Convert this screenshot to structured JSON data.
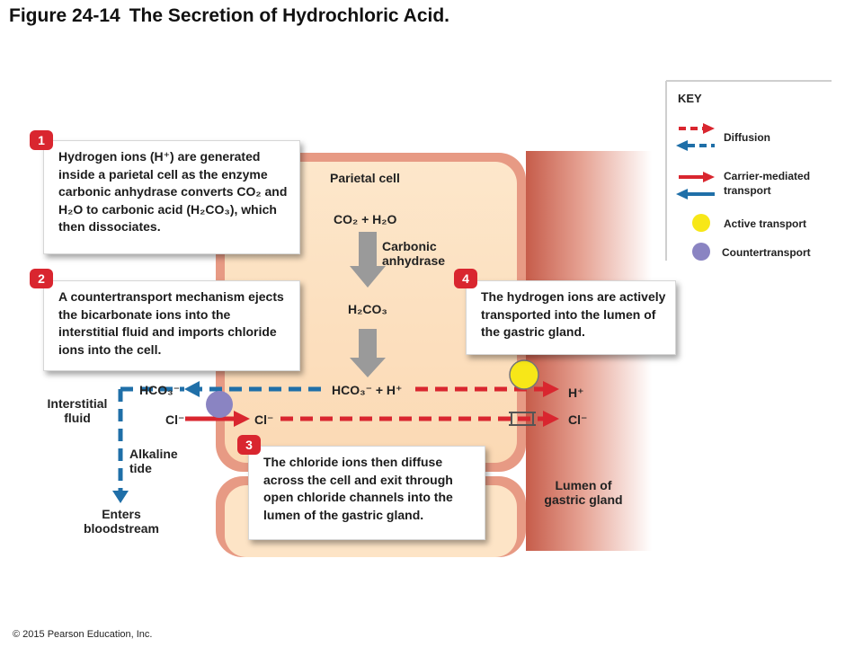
{
  "title": {
    "figure": "Figure 24-14",
    "text": "The Secretion of Hydrochloric Acid."
  },
  "labels": {
    "parietal_cell": "Parietal cell",
    "co2_h2o": "CO₂ + H₂O",
    "carbonic_anhydrase": "Carbonic anhydrase",
    "h2co3": "H₂CO₃",
    "hco3_h": "HCO₃⁻ + H⁺",
    "hco3_left": "HCO₃⁻",
    "h_right": "H⁺",
    "cl_outer_left": "Cl⁻",
    "cl_inner_left": "Cl⁻",
    "cl_right": "Cl⁻",
    "interstitial_fluid": "Interstitial fluid",
    "alkaline_tide": "Alkaline tide",
    "enters_bloodstream": "Enters bloodstream",
    "lumen": "Lumen of gastric gland"
  },
  "steps": [
    {
      "number": "1",
      "text": "Hydrogen ions (H⁺) are generated inside a parietal cell as the enzyme carbonic anhydrase converts CO₂ and H₂O to carbonic acid (H₂CO₃), which then dissociates."
    },
    {
      "number": "2",
      "text": "A countertransport mechanism ejects the bicarbonate ions into the interstitial fluid and imports chloride ions into the cell."
    },
    {
      "number": "3",
      "text": "The chloride ions then diffuse across the cell and exit through open chloride channels into the lumen of the gastric gland."
    },
    {
      "number": "4",
      "text": "The hydrogen ions are actively transported into the lumen of the gastric gland."
    }
  ],
  "key": {
    "title": "KEY",
    "diffusion": "Diffusion",
    "carrier_mediated": "Carrier-mediated transport",
    "active_transport": "Active transport",
    "countertransport": "Countertransport"
  },
  "colors": {
    "red_arrow": "#d9262f",
    "blue_arrow": "#1f6fa8",
    "active_yellow": "#f7e718",
    "counter_purple": "#8a84c2",
    "cell_fill": "#fce3c4",
    "cell_border": "#d97766",
    "lumen_gradient_start": "#c9624f",
    "lumen_gradient_end": "#ffffff"
  },
  "copyright": "© 2015 Pearson Education, Inc."
}
